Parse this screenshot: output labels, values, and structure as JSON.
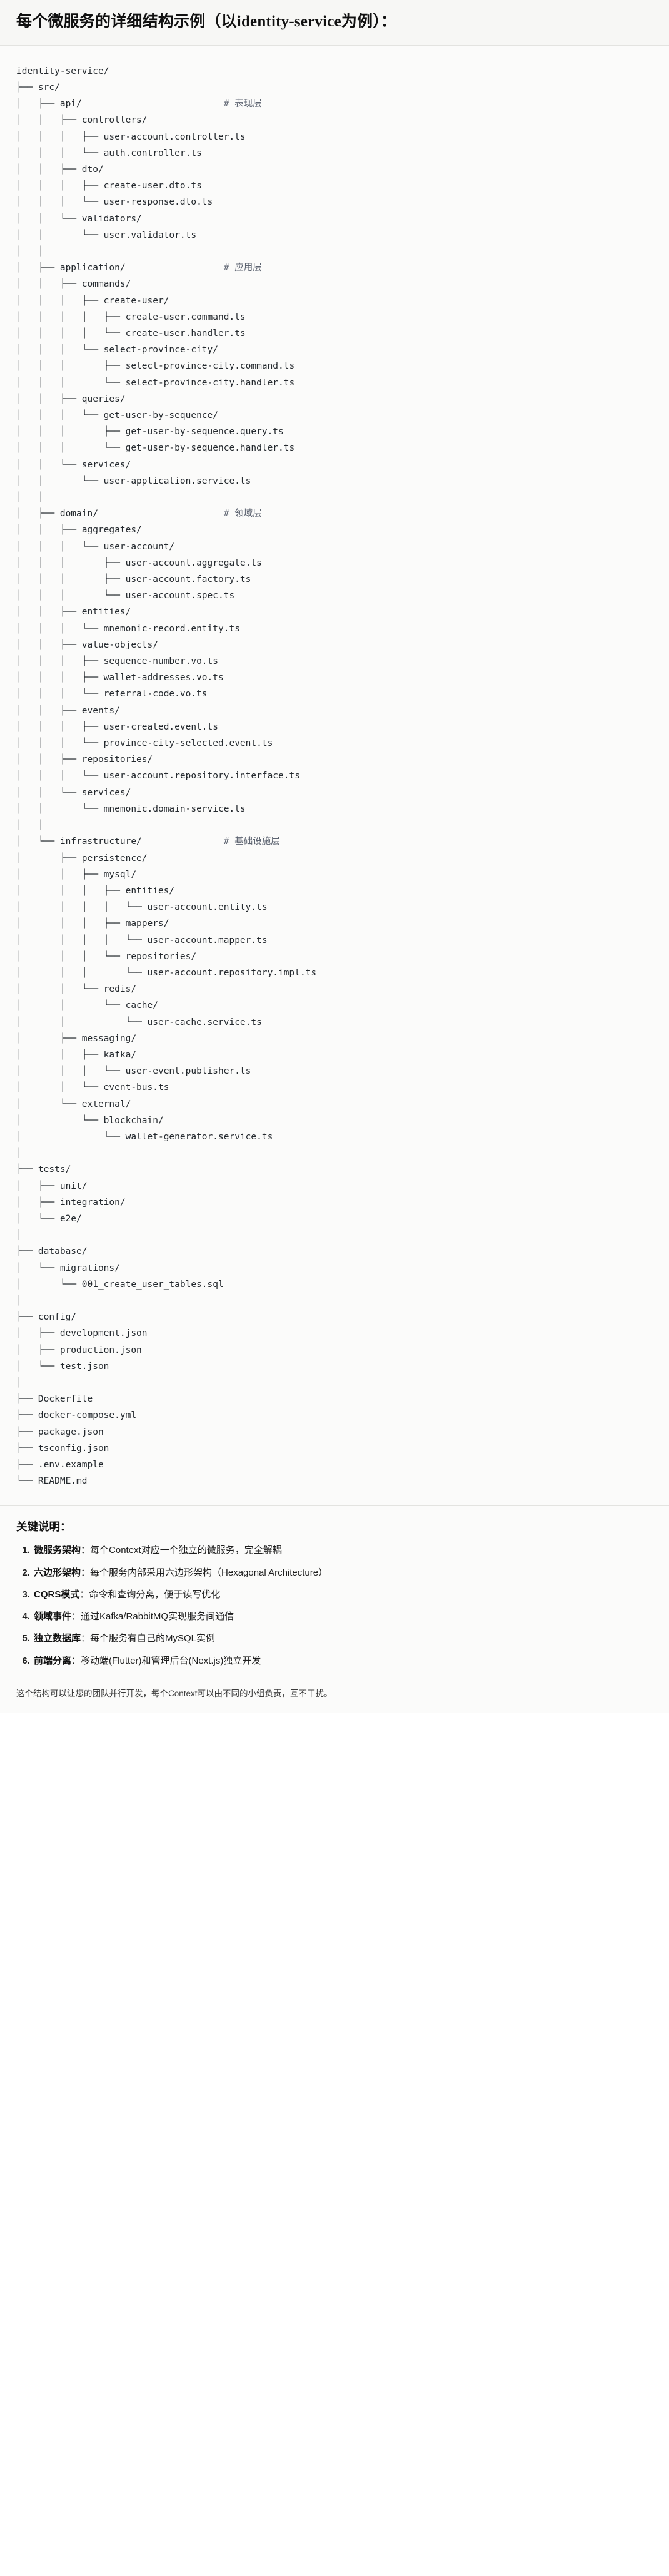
{
  "heading": {
    "text": "每个微服务的详细结构示例（以identity-service为例）："
  },
  "tree": {
    "root": "identity-service/",
    "text": "identity-service/\n├── src/\n│   ├── api/                          # 表现层\n│   │   ├── controllers/\n│   │   │   ├── user-account.controller.ts\n│   │   │   └── auth.controller.ts\n│   │   ├── dto/\n│   │   │   ├── create-user.dto.ts\n│   │   │   └── user-response.dto.ts\n│   │   └── validators/\n│   │       └── user.validator.ts\n│   │\n│   ├── application/                  # 应用层\n│   │   ├── commands/\n│   │   │   ├── create-user/\n│   │   │   │   ├── create-user.command.ts\n│   │   │   │   └── create-user.handler.ts\n│   │   │   └── select-province-city/\n│   │   │       ├── select-province-city.command.ts\n│   │   │       └── select-province-city.handler.ts\n│   │   ├── queries/\n│   │   │   └── get-user-by-sequence/\n│   │   │       ├── get-user-by-sequence.query.ts\n│   │   │       └── get-user-by-sequence.handler.ts\n│   │   └── services/\n│   │       └── user-application.service.ts\n│   │\n│   ├── domain/                       # 领域层\n│   │   ├── aggregates/\n│   │   │   └── user-account/\n│   │   │       ├── user-account.aggregate.ts\n│   │   │       ├── user-account.factory.ts\n│   │   │       └── user-account.spec.ts\n│   │   ├── entities/\n│   │   │   └── mnemonic-record.entity.ts\n│   │   ├── value-objects/\n│   │   │   ├── sequence-number.vo.ts\n│   │   │   ├── wallet-addresses.vo.ts\n│   │   │   └── referral-code.vo.ts\n│   │   ├── events/\n│   │   │   ├── user-created.event.ts\n│   │   │   └── province-city-selected.event.ts\n│   │   ├── repositories/\n│   │   │   └── user-account.repository.interface.ts\n│   │   └── services/\n│   │       └── mnemonic.domain-service.ts\n│   │\n│   └── infrastructure/               # 基础设施层\n│       ├── persistence/\n│       │   ├── mysql/\n│       │   │   ├── entities/\n│       │   │   │   └── user-account.entity.ts\n│       │   │   ├── mappers/\n│       │   │   │   └── user-account.mapper.ts\n│       │   │   └── repositories/\n│       │   │       └── user-account.repository.impl.ts\n│       │   └── redis/\n│       │       └── cache/\n│       │           └── user-cache.service.ts\n│       ├── messaging/\n│       │   ├── kafka/\n│       │   │   └── user-event.publisher.ts\n│       │   └── event-bus.ts\n│       └── external/\n│           └── blockchain/\n│               └── wallet-generator.service.ts\n│\n├── tests/\n│   ├── unit/\n│   ├── integration/\n│   └── e2e/\n│\n├── database/\n│   └── migrations/\n│       └── 001_create_user_tables.sql\n│\n├── config/\n│   ├── development.json\n│   ├── production.json\n│   └── test.json\n│\n├── Dockerfile\n├── docker-compose.yml\n├── package.json\n├── tsconfig.json\n├── .env.example\n└── README.md",
    "comments": [
      "# 表现层",
      "# 应用层",
      "# 领域层",
      "# 基础设施层"
    ]
  },
  "notes": {
    "title": "关键说明：",
    "items": [
      {
        "term": "微服务架构",
        "body": "：每个Context对应一个独立的微服务，完全解耦"
      },
      {
        "term": "六边形架构",
        "body": "：每个服务内部采用六边形架构（Hexagonal Architecture）"
      },
      {
        "term": "CQRS模式",
        "body": "：命令和查询分离，便于读写优化"
      },
      {
        "term": "领域事件",
        "body": "：通过Kafka/RabbitMQ实现服务间通信"
      },
      {
        "term": "独立数据库",
        "body": "：每个服务有自己的MySQL实例"
      },
      {
        "term": "前端分离",
        "body": "：移动端(Flutter)和管理后台(Next.js)独立开发"
      }
    ]
  },
  "footer": {
    "text": "这个结构可以让您的团队并行开发，每个Context可以由不同的小组负责，互不干扰。"
  }
}
